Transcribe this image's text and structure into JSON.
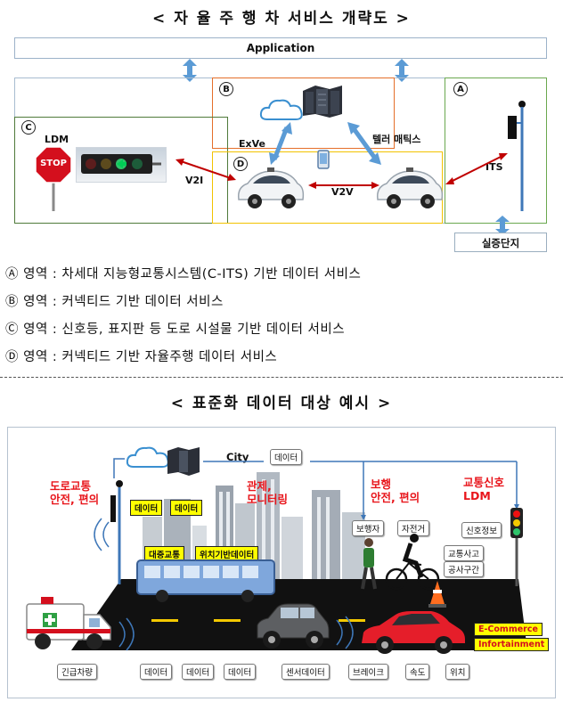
{
  "top": {
    "title": "< 자 율 주 행 차 서비스 개략도 >",
    "application": "Application",
    "zones": {
      "a": "A",
      "b": "B",
      "c": "C",
      "d": "D"
    },
    "ldm": "LDM",
    "stop_sign": "STOP",
    "exve": "ExVe",
    "telematics": "텔러 매틱스",
    "its": "ITS",
    "v2i": "V2I",
    "v2v": "V2V",
    "testbed": "실증단지"
  },
  "legend": [
    "Ⓐ 영역 : 차세대 지능형교통시스템(C-ITS) 기반 데이터 서비스",
    "Ⓑ 영역 : 커넥티드 기반 데이터 서비스",
    "Ⓒ 영역 : 신호등, 표지판 등 도로 시설물 기반 데이터 서비스",
    "Ⓓ 영역 : 커넥티드 기반 자율주행 데이터 서비스"
  ],
  "bottom": {
    "title": "< 표준화 데이터 대상 예시 >",
    "city": "City",
    "data": "데이터",
    "red_labels": {
      "road": [
        "도로교통",
        "안전, 편의"
      ],
      "control": [
        "관제,",
        "모니터링"
      ],
      "walk": [
        "보행",
        "안전, 편의"
      ],
      "signal": [
        "교통신호",
        "LDM"
      ]
    },
    "tags": {
      "pedestrian": "보행자",
      "bicycle": "자전거",
      "signal_info": "신호정보",
      "accident": "교통사고",
      "construction": "공사구간",
      "ambulance": "긴급차량",
      "sensor": "센서데이터",
      "brake": "브레이크",
      "speed": "속도",
      "location": "위치"
    },
    "yellow": {
      "data": "데이터",
      "transit": "대중교통",
      "location_data": "위치기반데이터",
      "ecommerce": "E-Commerce",
      "infotainment": "Infortainment"
    }
  }
}
